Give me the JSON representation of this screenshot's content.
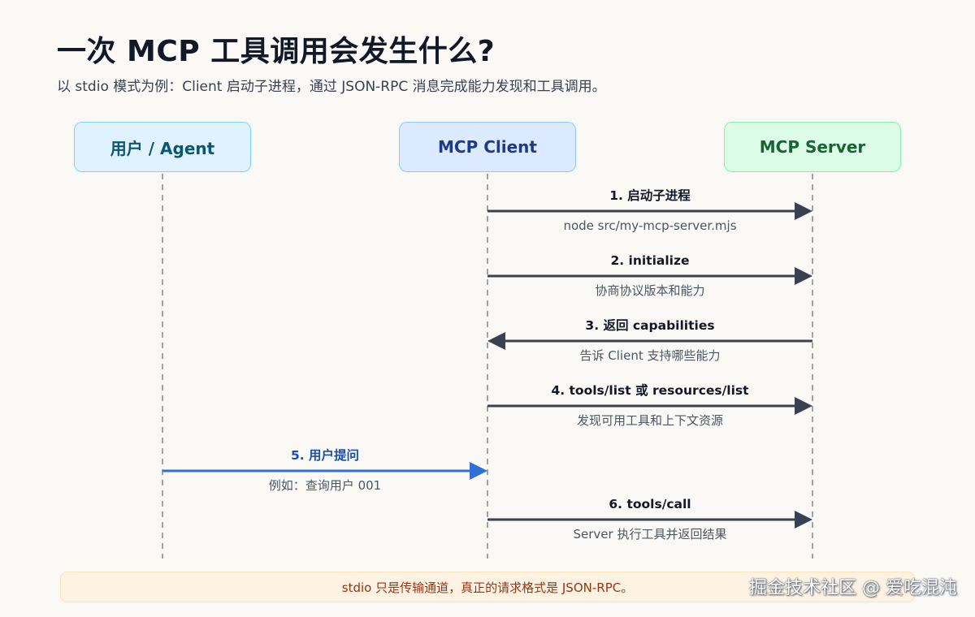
{
  "header": {
    "title": "一次 MCP 工具调用会发生什么?",
    "subtitle": "以 stdio 模式为例：Client 启动子进程，通过 JSON-RPC 消息完成能力发现和工具调用。"
  },
  "actors": {
    "user": "用户 / Agent",
    "client": "MCP Client",
    "server": "MCP Server"
  },
  "messages": [
    {
      "from": "client",
      "to": "server",
      "label": "1. 启动子进程",
      "detail": "node src/my-mcp-server.mjs",
      "highlight": false
    },
    {
      "from": "client",
      "to": "server",
      "label": "2. initialize",
      "detail": "协商协议版本和能力",
      "highlight": false
    },
    {
      "from": "server",
      "to": "client",
      "label": "3. 返回 capabilities",
      "detail": "告诉 Client 支持哪些能力",
      "highlight": false
    },
    {
      "from": "client",
      "to": "server",
      "label": "4. tools/list 或 resources/list",
      "detail": "发现可用工具和上下文资源",
      "highlight": false
    },
    {
      "from": "user",
      "to": "client",
      "label": "5. 用户提问",
      "detail": "例如：查询用户 001",
      "highlight": true
    },
    {
      "from": "client",
      "to": "server",
      "label": "6. tools/call",
      "detail": "Server 执行工具并返回结果",
      "highlight": false
    }
  ],
  "note": "stdio 只是传输通道，真正的请求格式是 JSON-RPC。",
  "watermark": "掘金技术社区 @ 爱吃混沌",
  "colors": {
    "arrow": "#374151",
    "highlight_arrow": "#2f6fd6",
    "highlight_label": "#1e4fa8",
    "detail_text": "#4b5563",
    "lifeline": "#8a8f98"
  }
}
